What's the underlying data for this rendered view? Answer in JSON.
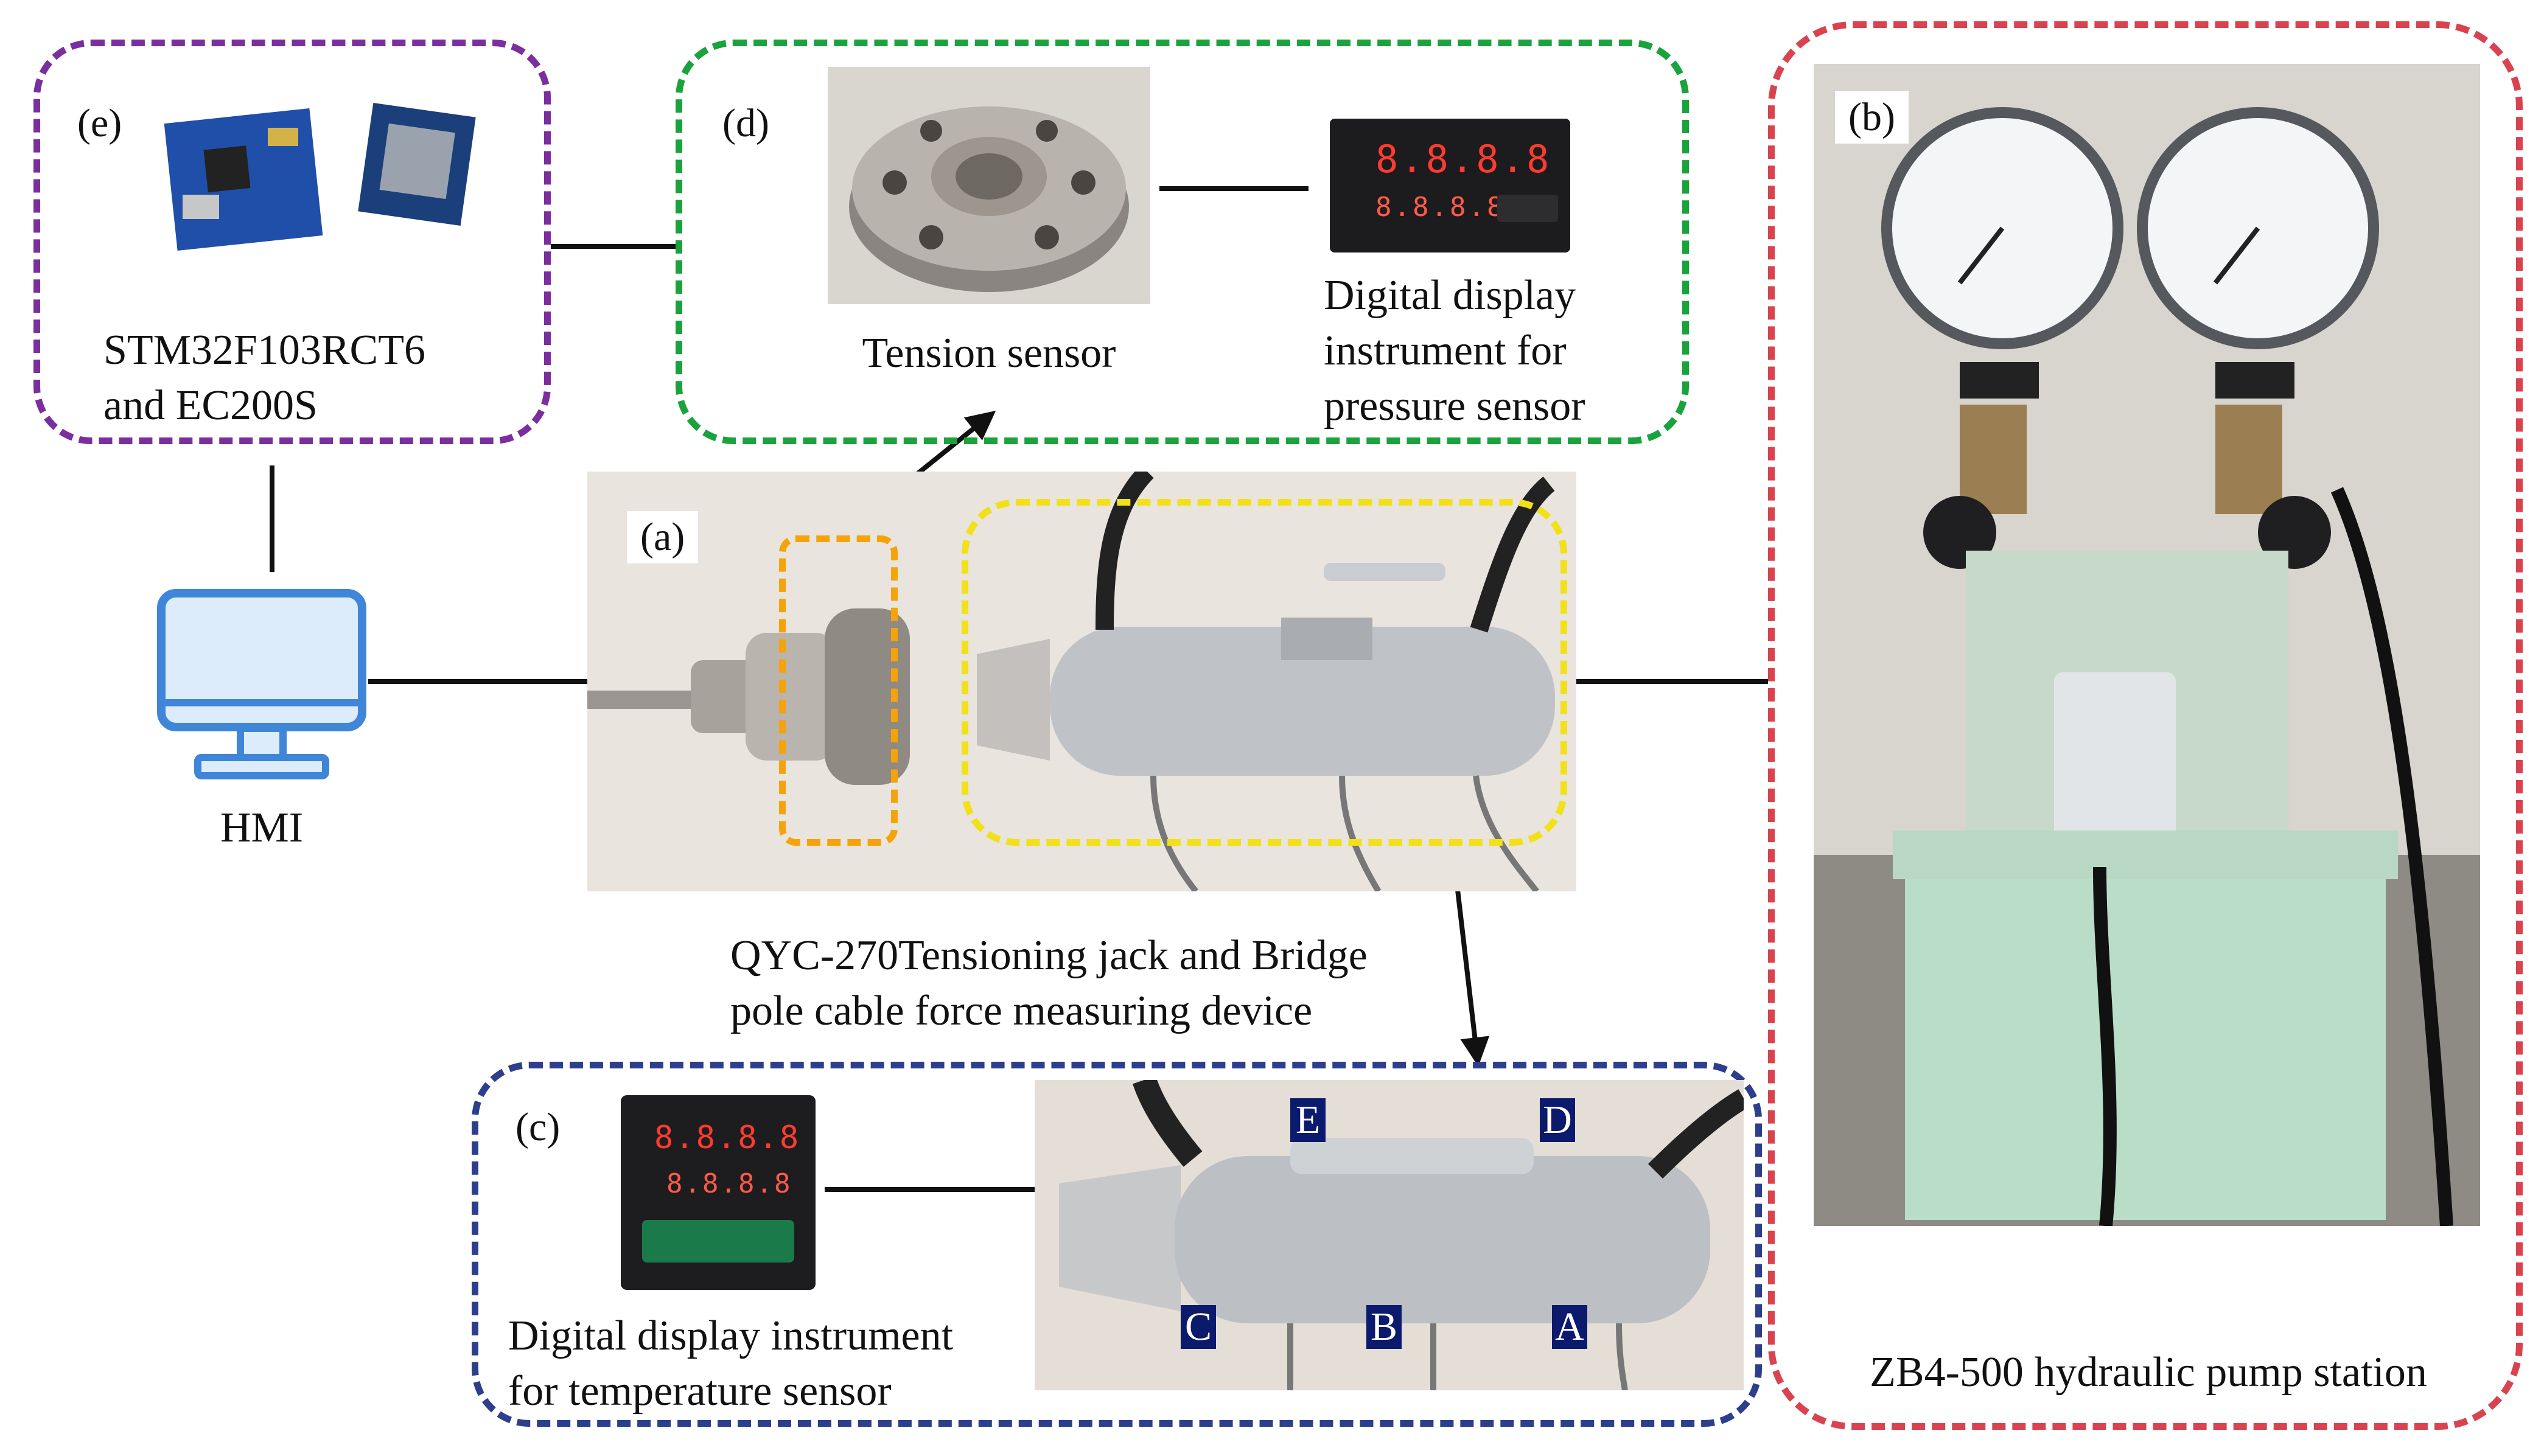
{
  "panels": {
    "a": {
      "tag": "(a)",
      "caption_line1": "QYC-270Tensioning jack and Bridge",
      "caption_line2": "pole cable force measuring device"
    },
    "b": {
      "tag": "(b)",
      "caption": "ZB4-500 hydraulic pump station"
    },
    "c": {
      "tag": "(c)",
      "caption_line1": "Digital display instrument",
      "caption_line2": "for temperature sensor",
      "points": [
        "E",
        "D",
        "C",
        "B",
        "A"
      ],
      "display_top": "8.8.8.8",
      "display_bottom": "8.8.8.8"
    },
    "d": {
      "tag": "(d)",
      "sensor_caption": "Tension sensor",
      "display_caption_line1": "Digital display",
      "display_caption_line2": "instrument for",
      "display_caption_line3": "pressure sensor",
      "display_top": "8.8.8.8",
      "display_bottom": "8.8.8.8"
    },
    "e": {
      "tag": "(e)",
      "caption_line1": "STM32F103RCT6",
      "caption_line2": "and EC200S"
    }
  },
  "hmi": {
    "label": "HMI"
  },
  "colors": {
    "frame_e": "#7b2f9e",
    "frame_d": "#1aa33c",
    "frame_b": "#d9434f",
    "frame_c": "#2c3e8c",
    "highlight_orange": "#f5a30a",
    "highlight_yellow": "#f2e01a",
    "badge": "#0c1a6e"
  }
}
